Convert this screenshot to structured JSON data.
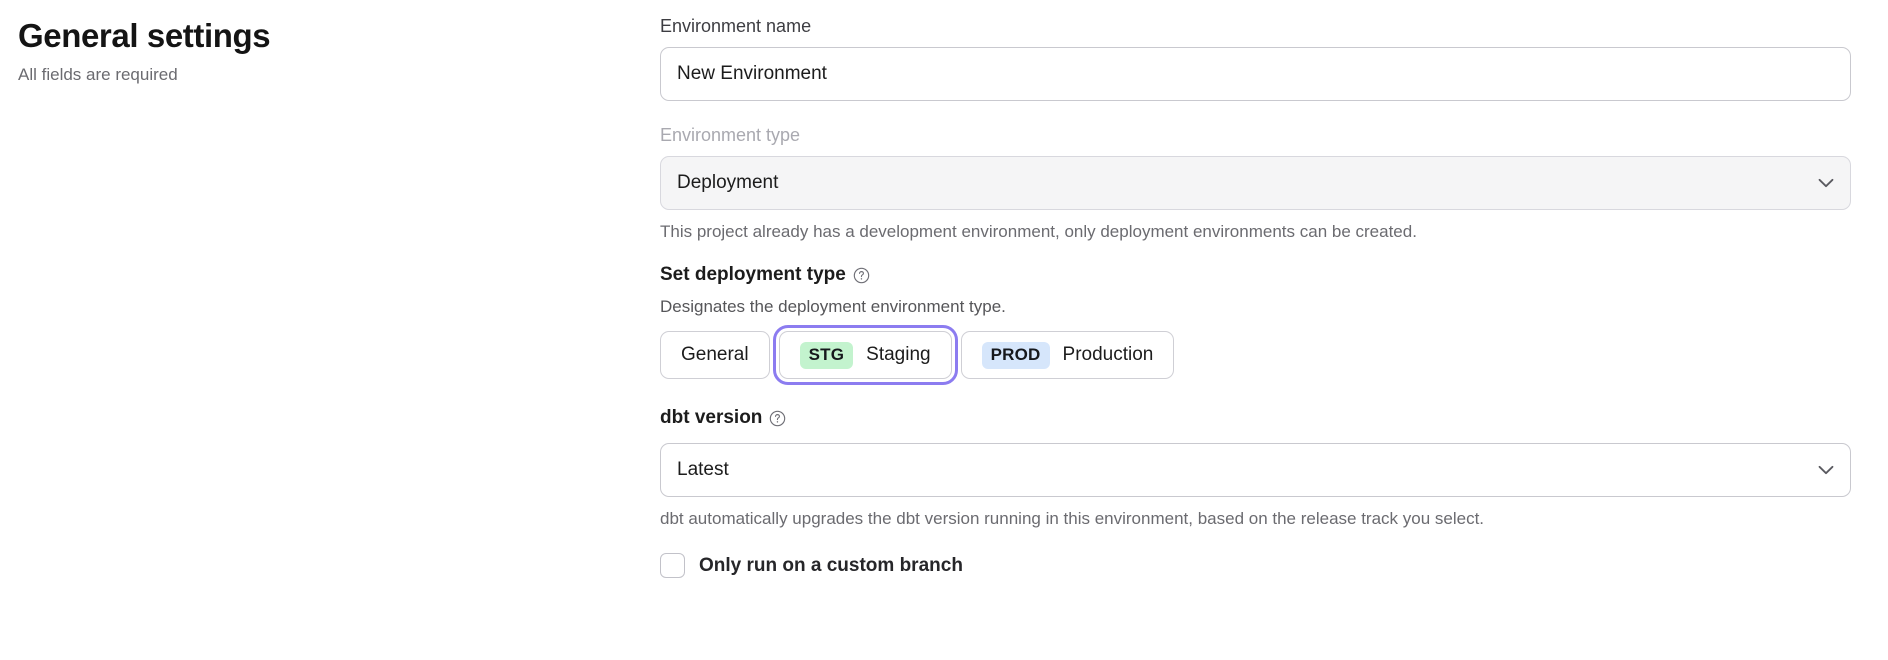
{
  "header": {
    "title": "General settings",
    "subtitle": "All fields are required"
  },
  "form": {
    "environment_name": {
      "label": "Environment name",
      "value": "New Environment",
      "placeholder": "Environment name"
    },
    "environment_type": {
      "label": "Environment type",
      "value": "Deployment",
      "disabled": true,
      "helper": "This project already has a development environment, only deployment environments can be created.",
      "chevron_icon": "chevron-down-icon"
    },
    "deployment_type": {
      "title": "Set deployment type",
      "help_icon": "help-circle-icon",
      "description": "Designates the deployment environment type.",
      "options": [
        {
          "tag": "",
          "label": "General",
          "selected": false,
          "focused": false
        },
        {
          "tag": "STG",
          "label": "Staging",
          "selected": false,
          "focused": true,
          "tag_color": "#c3f3ce"
        },
        {
          "tag": "PROD",
          "label": "Production",
          "selected": false,
          "focused": false,
          "tag_color": "#d6e6fb"
        }
      ]
    },
    "dbt_version": {
      "label": "dbt version",
      "help_icon": "help-circle-icon",
      "value": "Latest",
      "helper": "dbt automatically upgrades the dbt version running in this environment, based on the release track you select.",
      "chevron_icon": "chevron-down-icon"
    },
    "custom_branch": {
      "label": "Only run on a custom branch",
      "checked": false
    }
  },
  "colors": {
    "focus_ring": "#8c7cf0",
    "tag_staging_bg": "#c3f3ce",
    "tag_production_bg": "#d6e6fb",
    "text_primary": "#1c1c1c",
    "text_muted": "#6b6b70"
  }
}
